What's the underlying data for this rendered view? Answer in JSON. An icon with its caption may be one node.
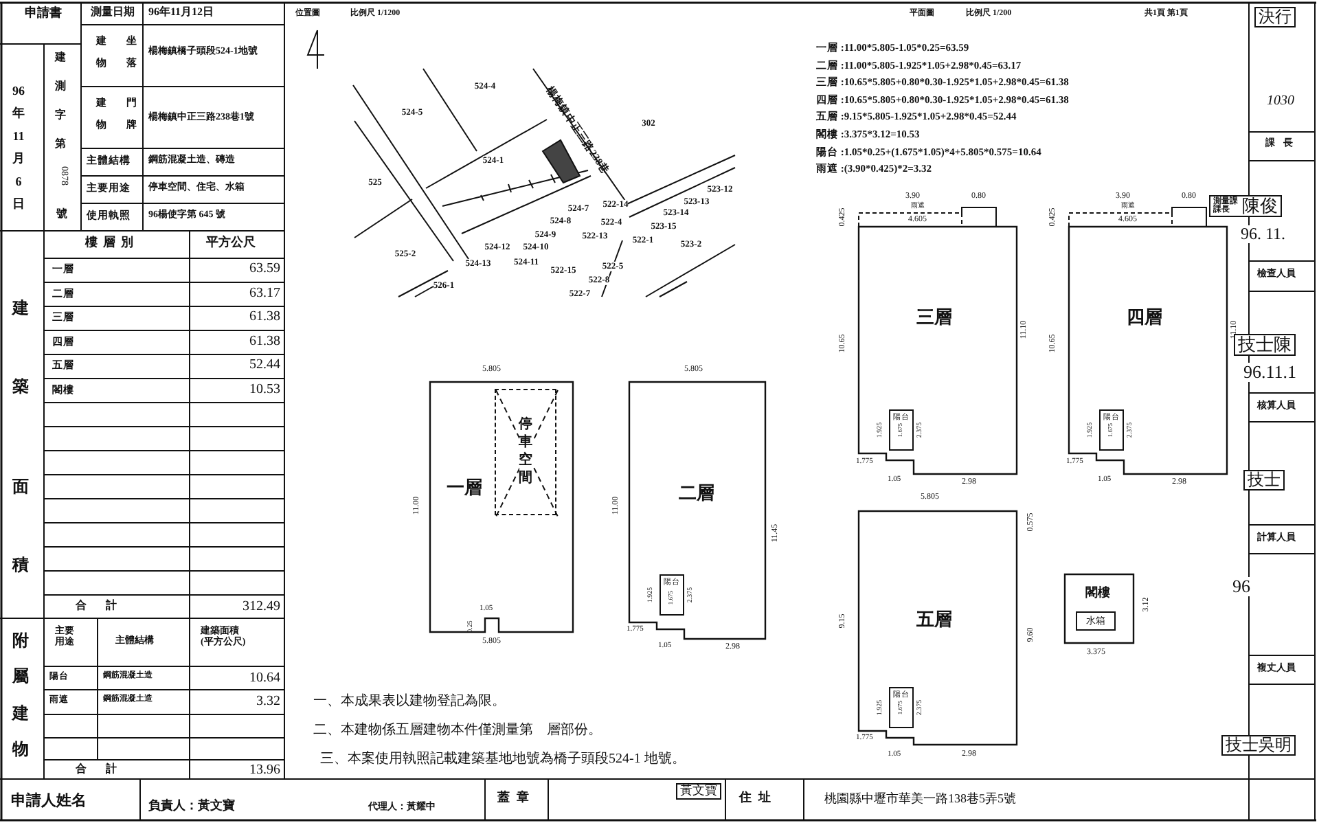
{
  "diagram": {
    "nodes": [
      {
        "text": [
          "一層"
        ]
      },
      {
        "text": [
          "停車空間"
        ],
        "in": 0
      },
      {
        "text": [
          "二層"
        ]
      },
      {
        "text": [
          "陽台"
        ],
        "in": 2
      },
      {
        "text": [
          "三層"
        ]
      },
      {
        "text": [
          "陽台"
        ],
        "in": 4
      },
      {
        "text": [
          "四層"
        ]
      },
      {
        "text": [
          "陽台"
        ],
        "in": 6
      },
      {
        "text": [
          "五層"
        ]
      },
      {
        "text": [
          "陽台"
        ],
        "in": 8
      },
      {
        "text": [
          "閣樓"
        ]
      },
      {
        "text": [
          "水箱"
        ],
        "in": 10
      },
      {
        "text": [
          "決行"
        ]
      },
      {
        "text": [
          "測量課課長",
          "陳俊"
        ]
      },
      {
        "text": [
          "技士陳"
        ]
      },
      {
        "text": [
          "技士"
        ]
      },
      {
        "text": [
          "技士吳明"
        ]
      },
      {
        "text": [
          "黃文寶"
        ]
      }
    ],
    "edges": [],
    "labels": [
      "申請書",
      "測量日期",
      "96年11月12日",
      "96年11月6日",
      "建測字第",
      "0878",
      "號",
      "建物坐落",
      "楊梅鎮橋子頭段524-1地號",
      "建物門牌",
      "楊梅鎮中正三路238巷1號",
      "主體結構",
      "鋼筋混凝土造、磚造",
      "主要用途",
      "停車空間、住宅、水箱",
      "使用執照",
      "96楊使字第 645 號",
      "建",
      "築",
      "面",
      "積",
      "樓層別",
      "平方公尺",
      "一層",
      "63.59",
      "二層",
      "63.17",
      "三層",
      "61.38",
      "四層",
      "61.38",
      "五層",
      "52.44",
      "閣樓",
      "10.53",
      "合計",
      "312.49",
      "附屬建物",
      "主要用途",
      "主體結構",
      "建築面積(平方公尺)",
      "陽台",
      "鋼筋混凝土造",
      "10.64",
      "雨遮",
      "鋼筋混凝土造",
      "3.32",
      "合計",
      "13.96",
      "申請人姓名",
      "負責人：黃文寶",
      "代理人：黃耀中",
      "蓋章",
      "住址",
      "桃園縣中壢市華美一路138巷5弄5號",
      "位置圖",
      "比例尺 1/1200",
      "楊梅鎮中正三路238巷",
      "524-4",
      "524-5",
      "302",
      "525",
      "524-1",
      "525-2",
      "526-1",
      "524-13",
      "524-12",
      "524-10",
      "524-11",
      "524-9",
      "524-8",
      "524-7",
      "522-14",
      "522-4",
      "522-13",
      "522-1",
      "523-15",
      "523-14",
      "523-13",
      "523-12",
      "523-2",
      "522-15",
      "522-5",
      "522-8",
      "522-7",
      "平面圖",
      "比例尺 1/200",
      "共1頁 第1頁",
      "一層 :11.00*5.805-1.05*0.25=63.59",
      "二層 :11.00*5.805-1.925*1.05+2.98*0.45=63.17",
      "三層 :10.65*5.805+0.80*0.30-1.925*1.05+2.98*0.45=61.38",
      "四層 :10.65*5.805+0.80*0.30-1.925*1.05+2.98*0.45=61.38",
      "五層 :9.15*5.805-1.925*1.05+2.98*0.45=52.44",
      "閣樓 :3.375*3.12=10.53",
      "陽台 :1.05*0.25+(1.675*1.05)*4+5.805*0.575=10.64",
      "雨遮 :(3.90*0.425)*2=3.32",
      "一、本成果表以建物登記為限。",
      "二、本建物係五層建物本件僅測量第　層部份。",
      "三、本案使用執照記載建築基地地號為橋子頭段524-1 地號。",
      "課長",
      "檢查人員",
      "核算人員",
      "計算人員",
      "複丈人員",
      "1030",
      "96. 11.",
      "96.11.1",
      "96",
      "5.805",
      "11.00",
      "1.05",
      "0.25",
      "5.805",
      "5.805",
      "11.00",
      "11.45",
      "1.925",
      "1.675",
      "2.375",
      "1.775",
      "1.05",
      "2.98",
      "0.425",
      "3.90",
      "0.80",
      "雨遮",
      "4.605",
      "10.65",
      "11.10",
      "1.925",
      "1.675",
      "2.375",
      "1.775",
      "1.05",
      "2.98",
      "0.425",
      "3.90",
      "0.80",
      "雨遮",
      "4.605",
      "10.65",
      "11.10",
      "1.925",
      "1.675",
      "2.375",
      "1.775",
      "1.05",
      "2.98",
      "5.805",
      "0.575",
      "9.15",
      "9.60",
      "1.925",
      "1.675",
      "2.375",
      "1.775",
      "1.05",
      "2.98",
      "3.12",
      "3.375"
    ]
  }
}
